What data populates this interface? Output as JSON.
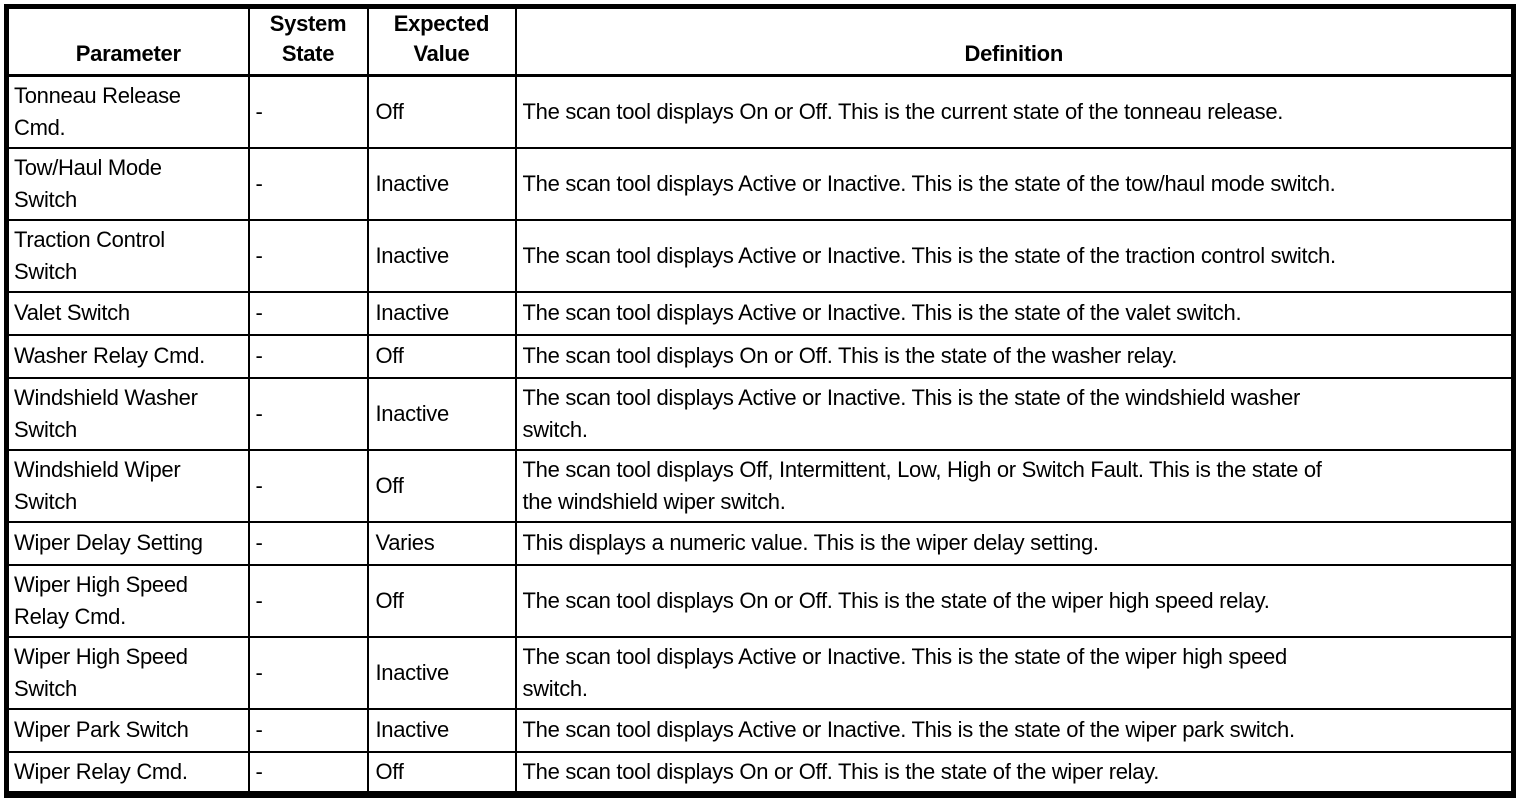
{
  "colors": {
    "background": "#ffffff",
    "border": "#000000",
    "text": "#000000"
  },
  "table": {
    "headers": {
      "parameter": "Parameter",
      "system_state": "System State",
      "expected_value": "Expected Value",
      "definition": "Definition"
    },
    "rows": [
      {
        "parameter": "Tonneau Release\nCmd.",
        "system_state": "-",
        "expected_value": "Off",
        "definition": "The scan tool displays On or Off. This is the current state of the tonneau release."
      },
      {
        "parameter": "Tow/Haul Mode\nSwitch",
        "system_state": "-",
        "expected_value": "Inactive",
        "definition": "The scan tool displays Active or Inactive. This is the state of the tow/haul mode switch."
      },
      {
        "parameter": "Traction Control\nSwitch",
        "system_state": "-",
        "expected_value": "Inactive",
        "definition": "The scan tool displays Active or Inactive. This is the state of the traction control switch."
      },
      {
        "parameter": "Valet Switch",
        "system_state": "-",
        "expected_value": "Inactive",
        "definition": "The scan tool displays Active or Inactive. This is the state of the valet switch."
      },
      {
        "parameter": "Washer Relay Cmd.",
        "system_state": "-",
        "expected_value": "Off",
        "definition": "The scan tool displays On or Off. This is the state of the washer relay."
      },
      {
        "parameter": "Windshield Washer\nSwitch",
        "system_state": "-",
        "expected_value": "Inactive",
        "definition": "The scan tool displays Active or Inactive. This is the state of the windshield washer\nswitch."
      },
      {
        "parameter": "Windshield Wiper\nSwitch",
        "system_state": "-",
        "expected_value": "Off",
        "definition": "The scan tool displays Off, Intermittent, Low, High or Switch Fault. This is the state of\nthe windshield wiper switch."
      },
      {
        "parameter": "Wiper Delay Setting",
        "system_state": "-",
        "expected_value": "Varies",
        "definition": "This displays a numeric value. This is the wiper delay setting."
      },
      {
        "parameter": "Wiper High Speed\nRelay Cmd.",
        "system_state": "-",
        "expected_value": "Off",
        "definition": "The scan tool displays On or Off. This is the state of the wiper high speed relay."
      },
      {
        "parameter": "Wiper High Speed\nSwitch",
        "system_state": "-",
        "expected_value": "Inactive",
        "definition": "The scan tool displays Active or Inactive. This is the state of the wiper high speed\nswitch."
      },
      {
        "parameter": "Wiper Park Switch",
        "system_state": "-",
        "expected_value": "Inactive",
        "definition": "The scan tool displays Active or Inactive. This is the state of the wiper park switch."
      },
      {
        "parameter": "Wiper Relay Cmd.",
        "system_state": "-",
        "expected_value": "Off",
        "definition": "The scan tool displays On or Off. This is the state of the wiper relay."
      }
    ]
  }
}
